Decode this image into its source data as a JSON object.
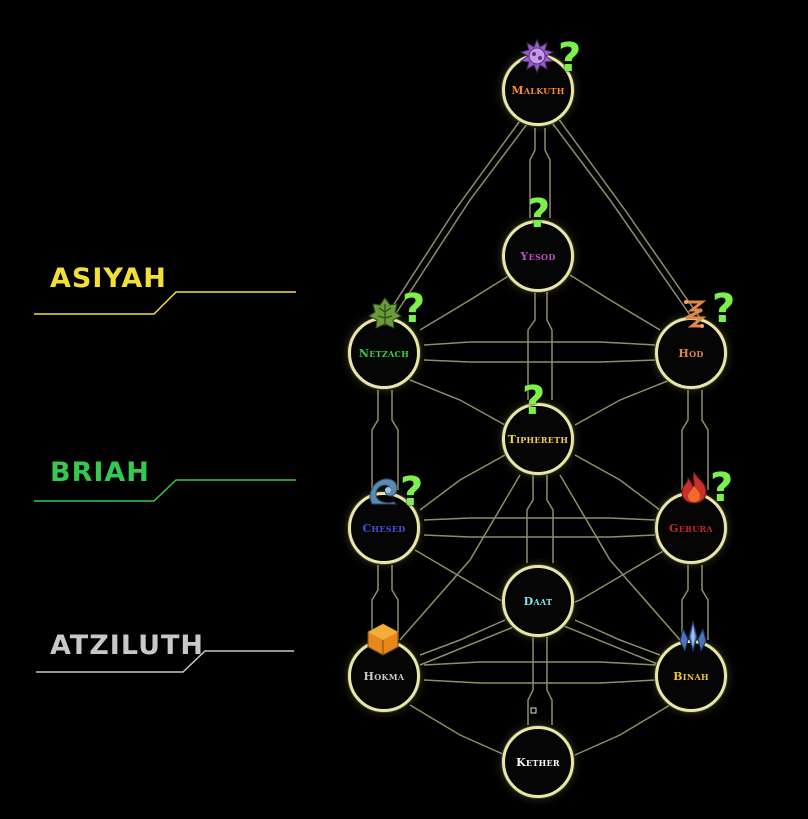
{
  "worlds": {
    "asiyah": {
      "label": "ASIYAH",
      "color": "#f2e035"
    },
    "briah": {
      "label": "BRIAH",
      "color": "#37c84f"
    },
    "atziluth": {
      "label": "ATZILUTH",
      "color": "#c8c8c8"
    }
  },
  "sephirot": {
    "malkuth": {
      "label": "Malkuth",
      "color": "#ff8a2a",
      "icon": "purple-spiky-orb-icon",
      "locked": "?"
    },
    "yesod": {
      "label": "Yesod",
      "color": "#c04fc8",
      "locked": "?"
    },
    "netzach": {
      "label": "Netzach",
      "color": "#33d24a",
      "icon": "green-leaf-icon",
      "locked": "?"
    },
    "hod": {
      "label": "Hod",
      "color": "#e0874a",
      "icon": "orange-chain-icon",
      "locked": "?"
    },
    "tiphereth": {
      "label": "Tiphereth",
      "color": "#f2d23a",
      "locked": "?"
    },
    "chesed": {
      "label": "Chesed",
      "color": "#4a52d8",
      "icon": "blue-wave-icon",
      "locked": "?"
    },
    "gebura": {
      "label": "Gebura",
      "color": "#c8262a",
      "icon": "red-flame-icon",
      "locked": "?"
    },
    "daat": {
      "label": "Daat",
      "color": "#7ee6f0"
    },
    "hokma": {
      "label": "Hokma",
      "color": "#c8c8c8",
      "icon": "orange-cube-icon"
    },
    "binah": {
      "label": "Binah",
      "color": "#f2c23a",
      "icon": "blue-crystal-icon"
    },
    "kether": {
      "label": "Kether",
      "color": "#ffffff"
    }
  },
  "colors": {
    "node_ring": "#e8e7a8",
    "path": "#a8a77a",
    "question": "#7ef04a"
  }
}
